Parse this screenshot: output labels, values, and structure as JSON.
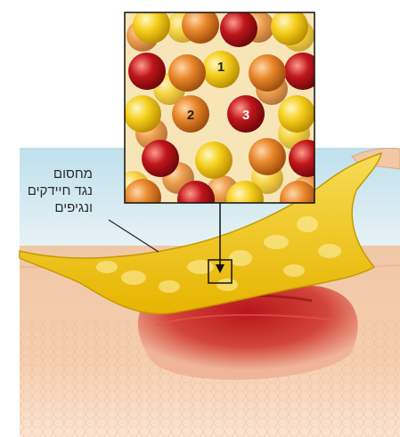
{
  "callout": {
    "lines": [
      "מחסום",
      "נגד חיידקים",
      "ונגיפים"
    ]
  },
  "inset": {
    "atom_labels": [
      "1",
      "2",
      "3"
    ]
  },
  "colors": {
    "sky": "#cfe6ee",
    "skin": "#f3c8a4",
    "wound": "#c6242a",
    "barrier": "#f2c51a",
    "atom_yellow": "#f5cf1c",
    "atom_orange": "#e8862a",
    "atom_red": "#c0151b"
  }
}
